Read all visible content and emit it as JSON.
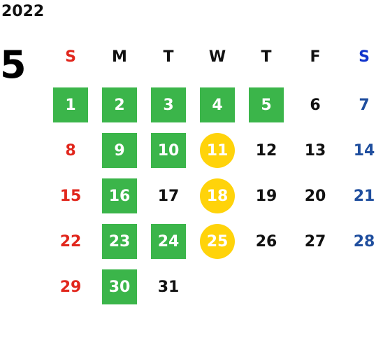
{
  "calendar": {
    "year": "2022",
    "month": "5",
    "weekdays": [
      {
        "label": "S",
        "color": "#e1261c"
      },
      {
        "label": "M",
        "color": "#111111"
      },
      {
        "label": "T",
        "color": "#111111"
      },
      {
        "label": "W",
        "color": "#111111"
      },
      {
        "label": "T",
        "color": "#111111"
      },
      {
        "label": "F",
        "color": "#111111"
      },
      {
        "label": "S",
        "color": "#1033cc"
      }
    ],
    "colors": {
      "green_highlight": "#3bb54a",
      "yellow_highlight": "#ffd30a",
      "sunday": "#e1261c",
      "saturday": "#1f4e9e",
      "weekday": "#111111"
    },
    "weeks": [
      [
        {
          "day": "1",
          "mark": "box"
        },
        {
          "day": "2",
          "mark": "box"
        },
        {
          "day": "3",
          "mark": "box"
        },
        {
          "day": "4",
          "mark": "box"
        },
        {
          "day": "5",
          "mark": "box"
        },
        {
          "day": "6",
          "mark": "none"
        },
        {
          "day": "7",
          "mark": "none"
        }
      ],
      [
        {
          "day": "8",
          "mark": "none"
        },
        {
          "day": "9",
          "mark": "box"
        },
        {
          "day": "10",
          "mark": "box"
        },
        {
          "day": "11",
          "mark": "circle"
        },
        {
          "day": "12",
          "mark": "none"
        },
        {
          "day": "13",
          "mark": "none"
        },
        {
          "day": "14",
          "mark": "none"
        }
      ],
      [
        {
          "day": "15",
          "mark": "none"
        },
        {
          "day": "16",
          "mark": "box"
        },
        {
          "day": "17",
          "mark": "none"
        },
        {
          "day": "18",
          "mark": "circle"
        },
        {
          "day": "19",
          "mark": "none"
        },
        {
          "day": "20",
          "mark": "none"
        },
        {
          "day": "21",
          "mark": "none"
        }
      ],
      [
        {
          "day": "22",
          "mark": "none"
        },
        {
          "day": "23",
          "mark": "box"
        },
        {
          "day": "24",
          "mark": "box"
        },
        {
          "day": "25",
          "mark": "circle"
        },
        {
          "day": "26",
          "mark": "none"
        },
        {
          "day": "27",
          "mark": "none"
        },
        {
          "day": "28",
          "mark": "none"
        }
      ],
      [
        {
          "day": "29",
          "mark": "none"
        },
        {
          "day": "30",
          "mark": "box"
        },
        {
          "day": "31",
          "mark": "none"
        },
        {
          "day": "",
          "mark": "none"
        },
        {
          "day": "",
          "mark": "none"
        },
        {
          "day": "",
          "mark": "none"
        },
        {
          "day": "",
          "mark": "none"
        }
      ]
    ]
  }
}
